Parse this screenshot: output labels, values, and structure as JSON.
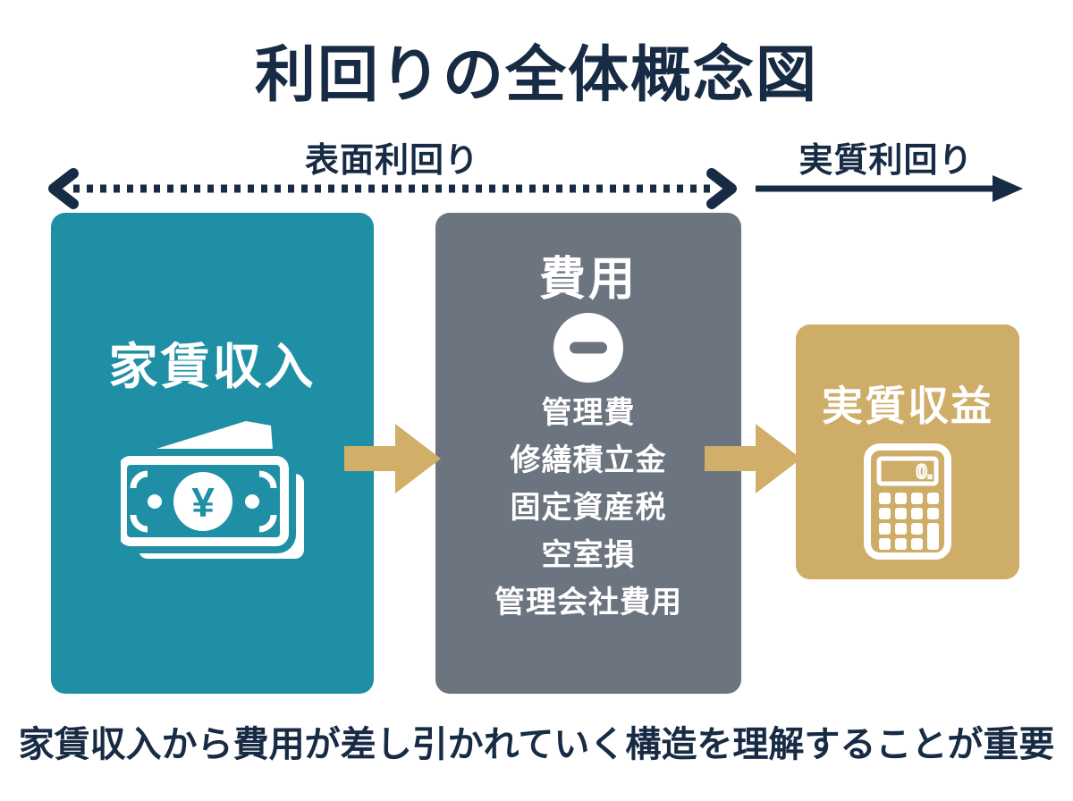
{
  "title": "利回りの全体概念図",
  "yield_spans": {
    "gross": {
      "label": "表面利回り",
      "arrow_style": "dotted-double-headed-arrow"
    },
    "net": {
      "label": "実質利回り",
      "arrow_style": "solid-right-arrow"
    }
  },
  "boxes": {
    "income": {
      "label": "家賃収入",
      "icon": "yen-banknotes-icon",
      "currency_symbol": "¥",
      "color": "#1F8FA5"
    },
    "expenses": {
      "label": "費用",
      "icon": "minus-circle-icon",
      "items": [
        "管理費",
        "修繕積立金",
        "固定資産税",
        "空室損",
        "管理会社費用"
      ],
      "color": "#6C7480"
    },
    "net_profit": {
      "label": "実質収益",
      "icon": "calculator-icon",
      "calculator_display": "0.",
      "color": "#CDAD67"
    }
  },
  "connectors": {
    "arrow_color": "#D2AF68"
  },
  "footer": {
    "note": "家賃収入から費用が差し引かれていく構造を理解することが重要"
  },
  "colors": {
    "navy": "#182B44",
    "background": "#FFFFFF"
  }
}
